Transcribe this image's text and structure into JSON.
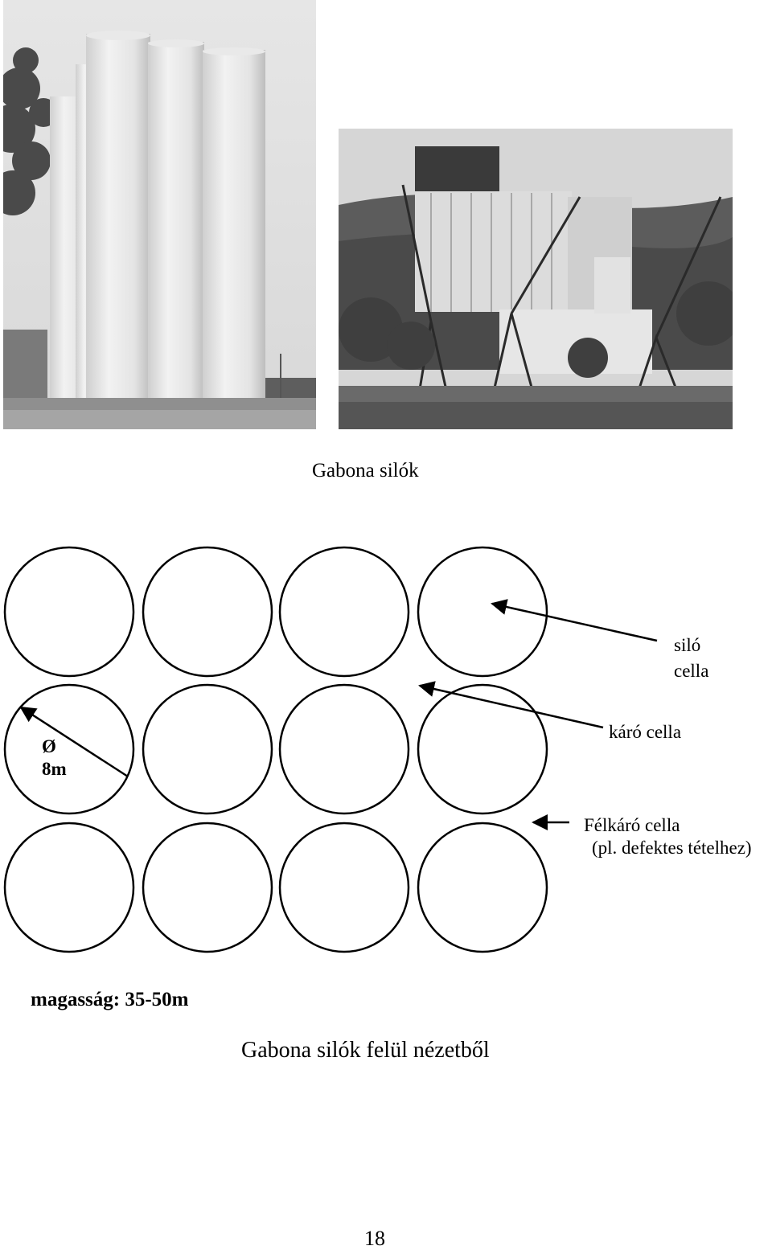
{
  "figure_top": {
    "photos": [
      {
        "name": "silo-photo-closeup",
        "depicts": "white cylindrical grain silo tower, black-and-white photo"
      },
      {
        "name": "silo-photo-harbour",
        "depicts": "grain silo complex at river harbour with cranes, black-and-white photo"
      }
    ],
    "caption": "Gabona silók"
  },
  "diagram": {
    "labels": {
      "silo_cell_line1": "siló",
      "silo_cell_line2": "cella",
      "karo_cell": "káró cella",
      "felkaro_line1": "Félkáró cella",
      "felkaro_line2": "(pl. defektes tételhez)",
      "diameter_symbol": "Ø",
      "diameter_value": "8m"
    },
    "grid": {
      "rows": 3,
      "cols": 4
    },
    "height_note": "magasság: 35-50m",
    "caption": "Gabona silók felül nézetből"
  },
  "page": {
    "number": "18"
  },
  "colors": {
    "stroke": "#000000",
    "background": "#ffffff"
  }
}
